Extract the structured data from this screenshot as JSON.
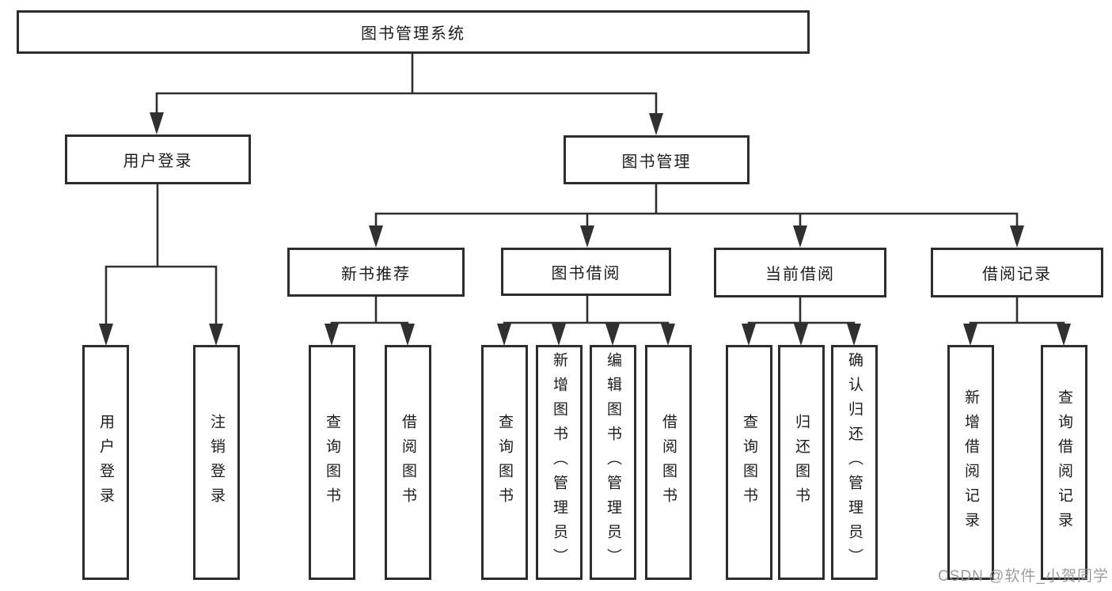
{
  "diagram": {
    "title": "图书管理系统",
    "nodes": {
      "root": {
        "label": "图书管理系统"
      },
      "user_login": {
        "label": "用户登录"
      },
      "book_mgmt": {
        "label": "图书管理"
      },
      "new_book_rec": {
        "label": "新书推荐"
      },
      "book_borrow": {
        "label": "图书借阅"
      },
      "current_borrow": {
        "label": "当前借阅"
      },
      "borrow_records": {
        "label": "借阅记录"
      }
    },
    "leaves": [
      {
        "label": "用户登录",
        "parent": "用户登录"
      },
      {
        "label": "注销登录",
        "parent": "用户登录"
      },
      {
        "label": "查询图书",
        "parent": "新书推荐"
      },
      {
        "label": "借阅图书",
        "parent": "新书推荐"
      },
      {
        "label": "查询图书",
        "parent": "图书借阅"
      },
      {
        "label": "新增图书（管理员）",
        "parent": "图书借阅"
      },
      {
        "label": "编辑图书（管理员）",
        "parent": "图书借阅"
      },
      {
        "label": "借阅图书",
        "parent": "图书借阅"
      },
      {
        "label": "查询图书",
        "parent": "当前借阅"
      },
      {
        "label": "归还图书",
        "parent": "当前借阅"
      },
      {
        "label": "确认归还（管理员）",
        "parent": "当前借阅"
      },
      {
        "label": "新增借阅记录",
        "parent": "借阅记录"
      },
      {
        "label": "查询借阅记录",
        "parent": "借阅记录"
      }
    ],
    "colors": {
      "line": "#303030",
      "box_border": "#2d2d2d",
      "text": "#1c1c1c",
      "background": "#ffffff"
    }
  },
  "watermark": {
    "text": "CSDN @软件_小贺同学",
    "color": "#949498"
  }
}
